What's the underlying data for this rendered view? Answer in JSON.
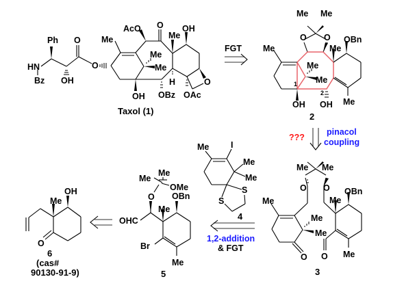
{
  "compounds": {
    "taxol": {
      "label": "Taxol (1)",
      "atoms": {
        "ph": "Ph",
        "hn": "HN",
        "bz": "Bz",
        "oh_side": "OH",
        "o_ester": "O",
        "o_link": "O",
        "aco": "AcO",
        "o_ketone": "O",
        "me_top": "Me",
        "oh_top": "OH",
        "me_vinyl": "Me",
        "me_gem1": "Me",
        "me_gem2": "Me",
        "h": "H",
        "oh_bottom": "OH",
        "obz": "OBz",
        "oac": "OAc",
        "o_oxetane": "O"
      }
    },
    "c2": {
      "label": "2",
      "atoms": {
        "me_a": "Me",
        "me_b": "Me",
        "o1": "O",
        "o2": "O",
        "obn": "OBn",
        "me_vinyl": "Me",
        "me_bridge": "Me",
        "me_gem1": "Me",
        "me_gem2": "Me",
        "oh1": "OH",
        "oh2": "OH",
        "me_bottom": "Me",
        "num1": "1",
        "num2": "2"
      }
    },
    "c3": {
      "label": "3",
      "atoms": {
        "me_a": "Me",
        "me_b": "Me",
        "o1": "O",
        "o2": "O",
        "obn": "OBn",
        "me_vinyl": "Me",
        "me_q": "Me",
        "me_gem1": "Me",
        "me_gem2": "Me",
        "o_ketone": "O",
        "o_ald": "O",
        "me_bottom": "Me"
      }
    },
    "c4": {
      "label": "4",
      "atoms": {
        "me_vinyl": "Me",
        "i": "I",
        "me1": "Me",
        "me2": "Me",
        "s1": "S",
        "s2": "S"
      }
    },
    "c5": {
      "label": "5",
      "atoms": {
        "me1": "Me",
        "me2": "Me",
        "ome": "OMe",
        "o": "O",
        "obn": "OBn",
        "ohc": "OHC",
        "me_q": "Me",
        "br": "Br",
        "me_bottom": "Me"
      }
    },
    "c6": {
      "label": "6",
      "cas_line1": "(cas#",
      "cas_line2": "90130-91-9)",
      "atoms": {
        "me": "Me",
        "oh": "OH",
        "o": "O"
      }
    }
  },
  "arrows": {
    "fgt_top": {
      "label": "FGT"
    },
    "pinacol": {
      "question": "???",
      "line1": "pinacol",
      "line2": "coupling"
    },
    "addition": {
      "line1": "1,2-addition",
      "line2": "& FGT"
    },
    "to6": {}
  },
  "colors": {
    "highlight_bonds": "#e8646a",
    "blue_text": "#1a1aff",
    "red_text": "#ff1a1a"
  }
}
